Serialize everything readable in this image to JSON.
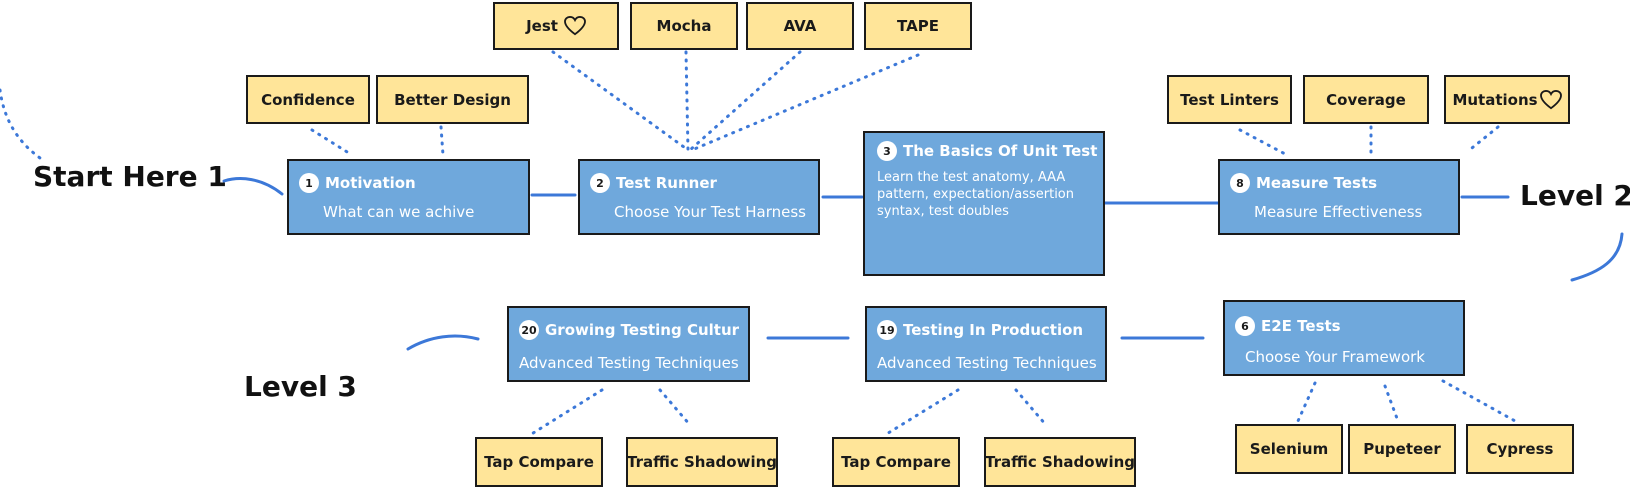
{
  "labels": {
    "start": "Start Here 1",
    "level2": "Level 2",
    "level3": "Level 3"
  },
  "nodes": {
    "motivation": {
      "num": "1",
      "title": "Motivation",
      "sub": "What can we achive"
    },
    "test_runner": {
      "num": "2",
      "title": "Test Runner",
      "sub": "Choose Your Test Harness"
    },
    "unit_test": {
      "num": "3",
      "title": "The Basics Of Unit Test",
      "desc": "Learn the test anatomy, AAA pattern,  expectation/assertion syntax, test doubles"
    },
    "measure": {
      "num": "8",
      "title": "Measure Tests",
      "sub": "Measure Effectiveness"
    },
    "e2e": {
      "num": "6",
      "title": "E2E Tests",
      "sub": "Choose Your Framework"
    },
    "production": {
      "num": "19",
      "title": "Testing In Production",
      "sub": "Advanced Testing Techniques"
    },
    "culture": {
      "num": "20",
      "title": "Growing Testing Cultur",
      "sub": "Advanced Testing Techniques"
    }
  },
  "tags": {
    "confidence": "Confidence",
    "better_design": "Better Design",
    "jest": "Jest",
    "mocha": "Mocha",
    "ava": "AVA",
    "tape": "TAPE",
    "test_linters": "Test Linters",
    "coverage": "Coverage",
    "mutations": "Mutations",
    "selenium": "Selenium",
    "pupeteer": "Pupeteer",
    "cypress": "Cypress",
    "tap_compare_1": "Tap Compare",
    "traffic_shadowing_1": "Traffic Shadowing",
    "tap_compare_2": "Tap Compare",
    "traffic_shadowing_2": "Traffic Shadowing"
  },
  "icons": {
    "heart": "heart-icon",
    "number_badge": "number-badge"
  },
  "colors": {
    "node": "#6fa8dc",
    "tag": "#ffe599",
    "connector": "#3c78d8",
    "outline": "#1a1a1a"
  }
}
